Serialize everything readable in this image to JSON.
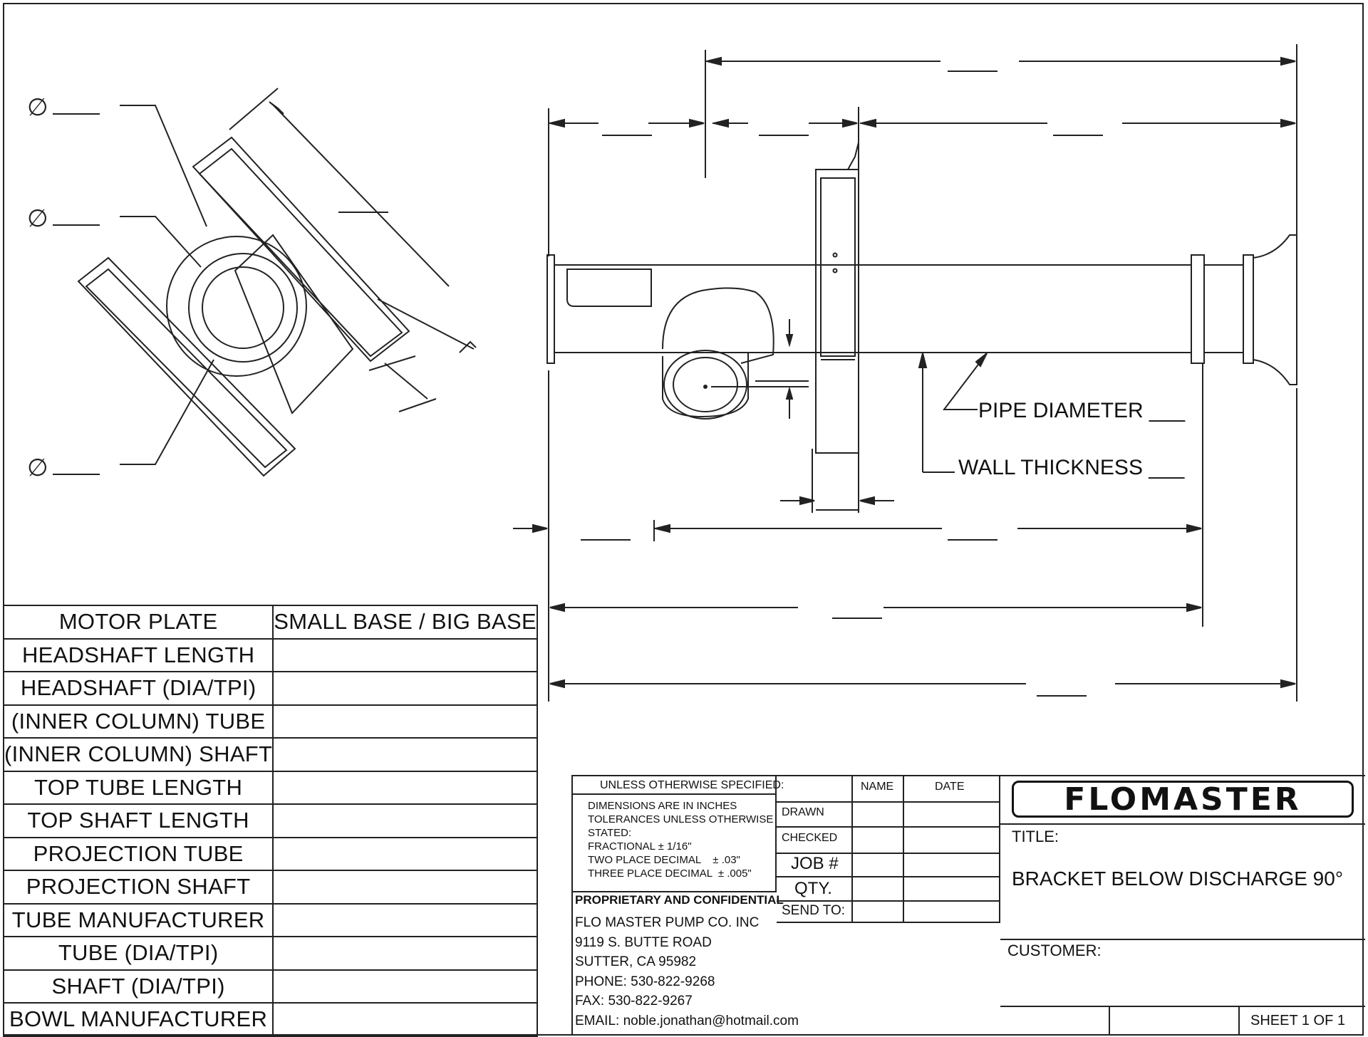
{
  "drawing": {
    "side_labels": {
      "pipe_diameter": "PIPE DIAMETER ___",
      "wall_thickness": "WALL THICKNESS ___"
    },
    "phi_symbol": "∅"
  },
  "spec_table": {
    "rows": [
      {
        "label": "MOTOR PLATE",
        "value": "SMALL BASE / BIG BASE"
      },
      {
        "label": "HEADSHAFT LENGTH",
        "value": ""
      },
      {
        "label": "HEADSHAFT (DIA/TPI)",
        "value": ""
      },
      {
        "label": "(INNER COLUMN) TUBE",
        "value": ""
      },
      {
        "label": "(INNER COLUMN) SHAFT",
        "value": ""
      },
      {
        "label": "TOP TUBE LENGTH",
        "value": ""
      },
      {
        "label": "TOP SHAFT LENGTH",
        "value": ""
      },
      {
        "label": "PROJECTION TUBE",
        "value": ""
      },
      {
        "label": "PROJECTION SHAFT",
        "value": ""
      },
      {
        "label": "TUBE MANUFACTURER",
        "value": ""
      },
      {
        "label": "TUBE (DIA/TPI)",
        "value": ""
      },
      {
        "label": "SHAFT (DIA/TPI)",
        "value": ""
      },
      {
        "label": "BOWL MANUFACTURER",
        "value": ""
      }
    ]
  },
  "title_block": {
    "unless": "UNLESS OTHERWISE SPECIFIED:",
    "notes": [
      "DIMENSIONS ARE IN INCHES",
      "TOLERANCES UNLESS OTHERWISE",
      "STATED:",
      "FRACTIONAL ± 1/16\"",
      "TWO PLACE DECIMAL    ± .03\"",
      "THREE PLACE DECIMAL  ± .005\""
    ],
    "proprietary": "PROPRIETARY AND CONFIDENTIAL",
    "company": [
      "FLO MASTER PUMP CO. INC",
      "9119 S. BUTTE ROAD",
      "SUTTER, CA 95982",
      "PHONE: 530-822-9268",
      "FAX: 530-822-9267",
      "EMAIL: noble.jonathan@hotmail.com"
    ],
    "col_name": "NAME",
    "col_date": "DATE",
    "row_drawn": "DRAWN",
    "row_checked": "CHECKED",
    "row_job": "JOB #",
    "row_qty": "QTY.",
    "row_send": "SEND TO:",
    "logo": "FLOMASTER",
    "title_label": "TITLE:",
    "title": "BRACKET BELOW DISCHARGE 90°",
    "customer_label": "CUSTOMER:",
    "sheet": "SHEET 1 OF 1"
  },
  "colors": {
    "line": "#222222",
    "paper": "#ffffff",
    "logo_accent": "#c9a227"
  }
}
